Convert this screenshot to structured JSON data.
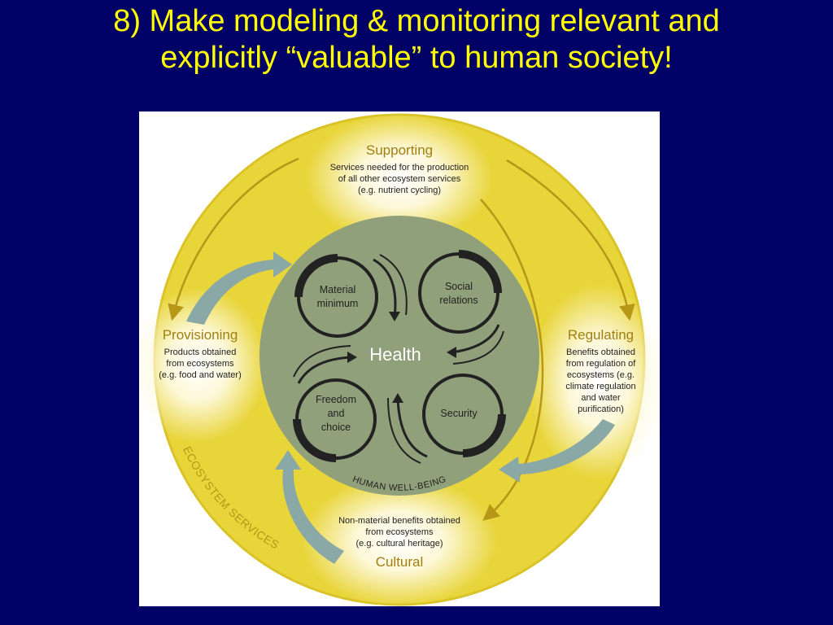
{
  "title": {
    "line1": "8) Make modeling & monitoring relevant and",
    "line2": "explicitly “valuable” to human society!"
  },
  "diagram": {
    "outer_ring_label": "ECOSYSTEM SERVICES",
    "inner_ring_label": "HUMAN WELL-BEING",
    "center_label": "Health",
    "services": {
      "supporting": {
        "title": "Supporting",
        "lines": [
          "Services needed for the production",
          "of all other ecosystem services",
          "(e.g. nutrient cycling)"
        ]
      },
      "provisioning": {
        "title": "Provisioning",
        "lines": [
          "Products obtained",
          "from ecosystems",
          "(e.g. food and water)"
        ]
      },
      "regulating": {
        "title": "Regulating",
        "lines": [
          "Benefits obtained",
          "from regulation of",
          "ecosystems (e.g.",
          "climate regulation",
          "and water",
          "purification)"
        ]
      },
      "cultural": {
        "title": "Cultural",
        "lines": [
          "Non-material benefits obtained",
          "from ecosystems",
          "(e.g. cultural heritage)"
        ]
      }
    },
    "wellbeing": {
      "material": [
        "Material",
        "minimum"
      ],
      "social": [
        "Social",
        "relations"
      ],
      "freedom": [
        "Freedom",
        "and",
        "choice"
      ],
      "security": [
        "Security"
      ]
    },
    "colors": {
      "background": "#000066",
      "title_text": "#ffff00",
      "outer_disc": "#e8d53a",
      "inner_disc": "#8fa07a",
      "header_text": "#a07f12",
      "arrow_teal": "#8aa8a6"
    }
  }
}
